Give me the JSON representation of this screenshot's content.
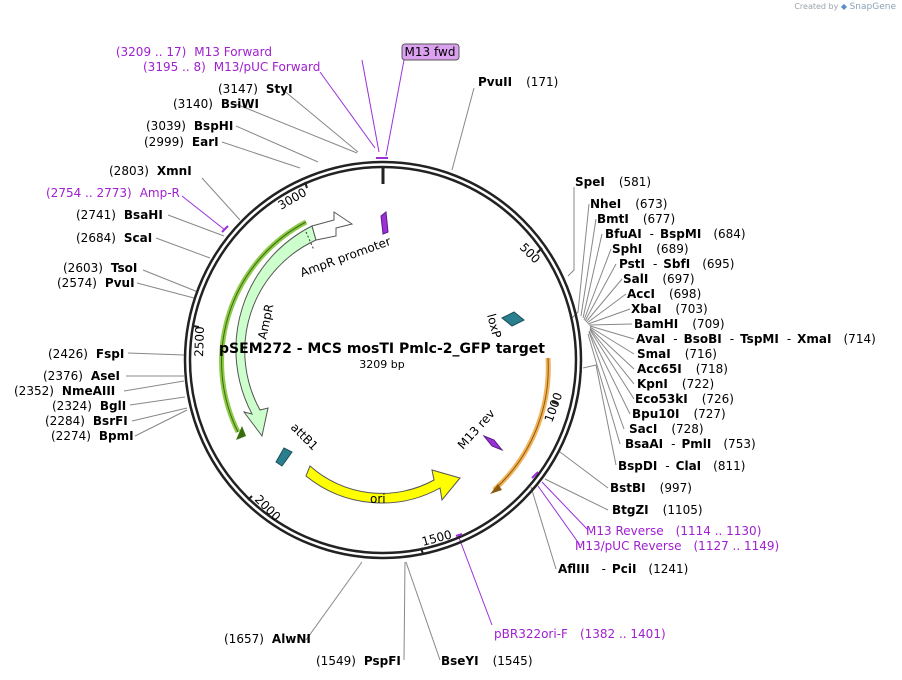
{
  "plasmid": {
    "name": "pSEM272 - MCS mosTI Pmlc-2_GFP target",
    "length_text": "3209 bp",
    "length": 3209
  },
  "branding": {
    "created_by": "Created by",
    "product": "SnapGene",
    "logo_icon": "snapgene-logo-icon"
  },
  "colors": {
    "backbone": "#222222",
    "ampr": "#ccffcc",
    "ori": "#ffff00",
    "site": "#2a7f8f",
    "primer": "#9b30d9",
    "primer_fwd_box": "#dca0f0",
    "highlight_gold": "#f3b35a",
    "highlight_green": "#8fca4b"
  },
  "ticks": [
    {
      "label": "500",
      "bp": 500
    },
    {
      "label": "1000",
      "bp": 1000
    },
    {
      "label": "1500",
      "bp": 1500
    },
    {
      "label": "2000",
      "bp": 2000
    },
    {
      "label": "2500",
      "bp": 2500
    },
    {
      "label": "3000",
      "bp": 3000
    }
  ],
  "enzymes": {
    "sty": {
      "name": "StyI",
      "pos": "(3147)"
    },
    "bsiwi": {
      "name": "BsiWI",
      "pos": "(3140)"
    },
    "bsphi": {
      "name": "BspHI",
      "pos": "(3039)"
    },
    "eari": {
      "name": "EarI",
      "pos": "(2999)"
    },
    "xmni": {
      "name": "XmnI",
      "pos": "(2803)"
    },
    "bsahi": {
      "name": "BsaHI",
      "pos": "(2741)"
    },
    "scai": {
      "name": "ScaI",
      "pos": "(2684)"
    },
    "tsoi": {
      "name": "TsoI",
      "pos": "(2603)"
    },
    "pvui": {
      "name": "PvuI",
      "pos": "(2574)"
    },
    "fspi": {
      "name": "FspI",
      "pos": "(2426)"
    },
    "asei": {
      "name": "AseI",
      "pos": "(2376)"
    },
    "nmeaiii": {
      "name": "NmeAIII",
      "pos": "(2352)"
    },
    "bgli": {
      "name": "BglI",
      "pos": "(2324)"
    },
    "bsrfi": {
      "name": "BsrFI",
      "pos": "(2284)"
    },
    "bpmi": {
      "name": "BpmI",
      "pos": "(2274)"
    },
    "pvuii": {
      "name": "PvuII",
      "pos": "(171)"
    },
    "spei": {
      "name": "SpeI",
      "pos": "(581)"
    },
    "nhei": {
      "name": "NheI",
      "pos": "(673)"
    },
    "bmti": {
      "name": "BmtI",
      "pos": "(677)"
    },
    "bfuai": {
      "name": "BfuAI",
      "sep": "-",
      "name2": "BspMI",
      "pos": "(684)"
    },
    "sphi": {
      "name": "SphI",
      "pos": "(689)"
    },
    "psti": {
      "name": "PstI",
      "sep": "-",
      "name2": "SbfI",
      "pos": "(695)"
    },
    "sali": {
      "name": "SalI",
      "pos": "(697)"
    },
    "acci": {
      "name": "AccI",
      "pos": "(698)"
    },
    "xbai": {
      "name": "XbaI",
      "pos": "(703)"
    },
    "bamhi": {
      "name": "BamHI",
      "pos": "(709)"
    },
    "avai": {
      "name": "AvaI",
      "sep": "-",
      "name2": "BsoBI",
      "sep2": "-",
      "name3": "TspMI",
      "sep3": "-",
      "name4": "XmaI",
      "pos": "(714)"
    },
    "smai": {
      "name": "SmaI",
      "pos": "(716)"
    },
    "acc65i": {
      "name": "Acc65I",
      "pos": "(718)"
    },
    "kpni": {
      "name": "KpnI",
      "pos": "(722)"
    },
    "eco53ki": {
      "name": "Eco53kI",
      "pos": "(726)"
    },
    "bpu10i": {
      "name": "Bpu10I",
      "pos": "(727)"
    },
    "saci": {
      "name": "SacI",
      "pos": "(728)"
    },
    "bsaai": {
      "name": "BsaAI",
      "sep": "-",
      "name2": "PmlI",
      "pos": "(753)"
    },
    "bspdi": {
      "name": "BspDI",
      "sep": "-",
      "name2": "ClaI",
      "pos": "(811)"
    },
    "bstbi": {
      "name": "BstBI",
      "pos": "(997)"
    },
    "btgzi": {
      "name": "BtgZI",
      "pos": "(1105)"
    },
    "afliii": {
      "name": "AflIII",
      "sep": "-",
      "name2": "PciI",
      "pos": "(1241)"
    },
    "bseyi": {
      "name": "BseYI",
      "pos": "(1545)"
    },
    "pspfi": {
      "name": "PspFI",
      "pos": "(1549)"
    },
    "alwni": {
      "name": "AlwNI",
      "pos": "(1657)"
    }
  },
  "primers": {
    "m13fwd_range": {
      "range": "(3209 .. 17)",
      "name": "M13 Forward"
    },
    "m13puc_fwd": {
      "range": "(3195 .. 8)",
      "name": "M13/pUC Forward"
    },
    "ampr_primer": {
      "range": "(2754 .. 2773)",
      "name": "Amp-R"
    },
    "m13rev": {
      "name": "M13 Reverse",
      "range": "(1114 .. 1130)"
    },
    "m13puc_rev": {
      "name": "M13/pUC Reverse",
      "range": "(1127 .. 1149)"
    },
    "pbr322": {
      "name": "pBR322ori-F",
      "range": "(1382 .. 1401)"
    },
    "m13fwd_box": {
      "name": "M13 fwd"
    }
  },
  "features": {
    "ampr": {
      "label": "AmpR"
    },
    "ampr_promoter": {
      "label": "AmpR promoter"
    },
    "ori": {
      "label": "ori"
    },
    "loxp": {
      "label": "loxP"
    },
    "attb1": {
      "label": "attB1"
    },
    "m13rev_feature": {
      "label": "M13 rev"
    }
  }
}
